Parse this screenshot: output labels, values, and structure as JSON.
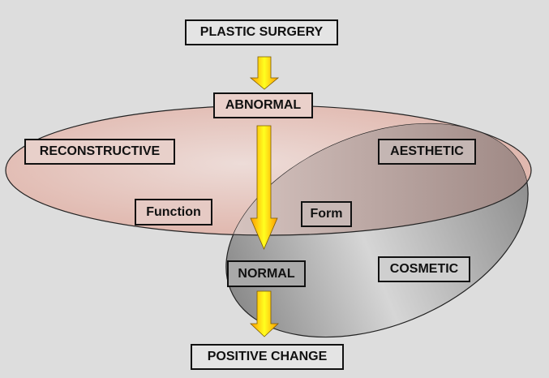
{
  "title": "PLASTIC SURGERY",
  "nodes": {
    "plastic_surgery": "PLASTIC SURGERY",
    "abnormal": "ABNORMAL",
    "reconstructive": "RECONSTRUCTIVE",
    "function": "Function",
    "aesthetic": "AESTHETIC",
    "form": "Form",
    "normal": "NORMAL",
    "cosmetic": "COSMETIC",
    "positive_change": "POSITIVE CHANGE"
  },
  "colors": {
    "background": "#dddddd",
    "reconstructive_ellipse": "#e8c8c0",
    "aesthetic_ellipse": "#a8a8a8",
    "arrow_yellow": "#ffee00",
    "arrow_orange": "#ff9900"
  }
}
